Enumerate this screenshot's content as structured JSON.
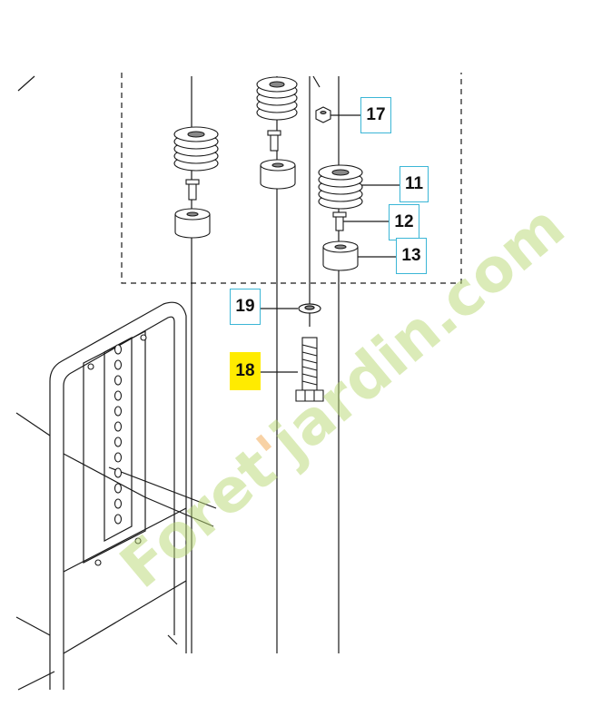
{
  "callouts": {
    "c17": "17",
    "c11": "11",
    "c12": "12",
    "c13": "13",
    "c19": "19",
    "c18": "18"
  },
  "watermark": {
    "text": "Foret'jardin.com",
    "colors": {
      "green": "#b8d873",
      "orange": "#f2a64e"
    }
  },
  "colors": {
    "line": "#1a1a1a",
    "callout_border": "#3bb6d6",
    "highlight": "#ffeb00"
  }
}
